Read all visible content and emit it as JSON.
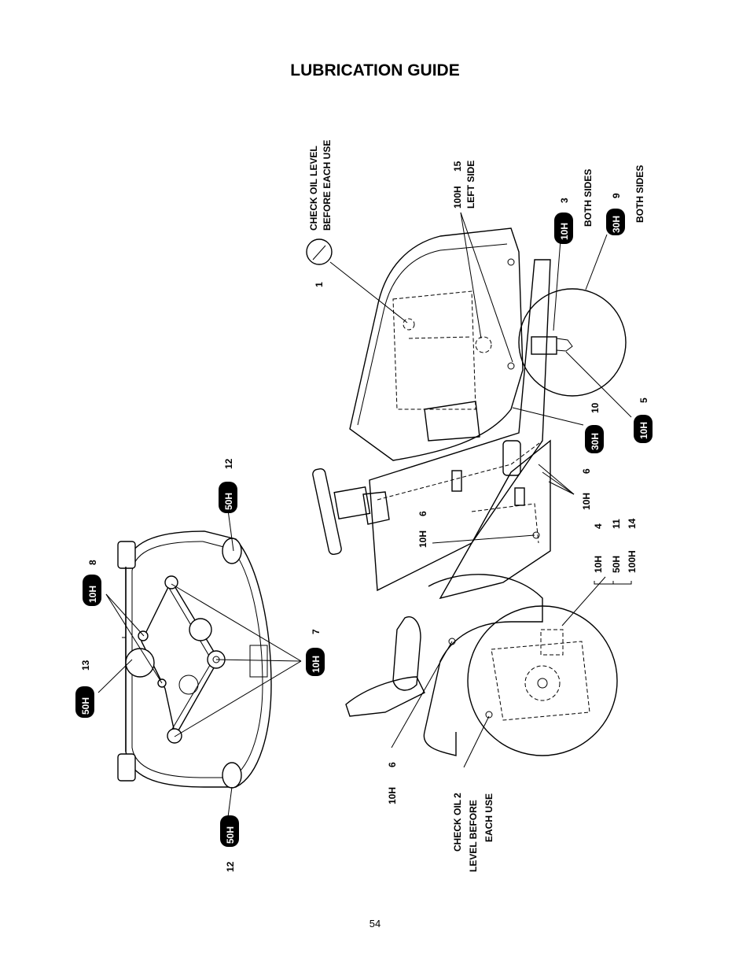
{
  "page": {
    "title": "LUBRICATION GUIDE",
    "page_number": "54"
  },
  "callouts": {
    "c1": {
      "number": "1",
      "label_line1": "CHECK OIL LEVEL",
      "label_line2": "BEFORE EACH USE",
      "icon": "oil-dipstick-icon"
    },
    "c2": {
      "number": "2",
      "label_line1": "CHECK OIL",
      "label_line2": "LEVEL BEFORE",
      "label_line3": "EACH USE"
    },
    "c3": {
      "number": "3",
      "interval": "10H",
      "note": "BOTH SIDES"
    },
    "c9": {
      "number": "9",
      "interval": "30H",
      "note": "BOTH SIDES"
    },
    "c15": {
      "number": "15",
      "interval": "100H",
      "note": "LEFT SIDE"
    },
    "c5": {
      "number": "5",
      "interval": "10H"
    },
    "c10": {
      "number": "10",
      "interval": "30H"
    },
    "c6a": {
      "number": "6",
      "interval": "10H"
    },
    "c6b": {
      "number": "6",
      "interval": "10H"
    },
    "c6c": {
      "number": "6",
      "interval": "10H"
    },
    "group": {
      "rows": [
        {
          "number": "4",
          "interval": "10H"
        },
        {
          "number": "11",
          "interval": "50H"
        },
        {
          "number": "14",
          "interval": "100H"
        }
      ]
    },
    "c7": {
      "number": "7",
      "interval": "10H"
    },
    "c8": {
      "number": "8",
      "interval": "10H"
    },
    "c13": {
      "number": "13",
      "interval": "50H"
    },
    "c12a": {
      "number": "12",
      "interval": "50H"
    },
    "c12b": {
      "number": "12",
      "interval": "50H"
    }
  }
}
